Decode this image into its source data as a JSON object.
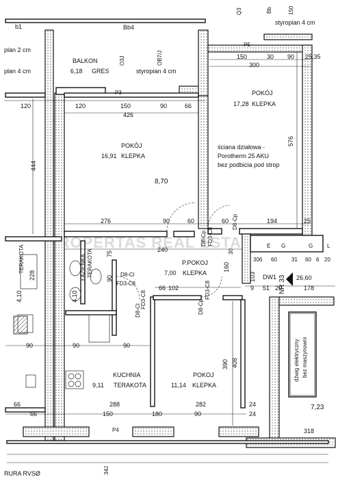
{
  "watermark": "PROPERTAS REAL ESTATE",
  "rooms": {
    "balkon": {
      "name": "BALKON",
      "area": "6,18",
      "finish": "GRES"
    },
    "pokoj_ne": {
      "name": "POKÓJ",
      "area": "17,28",
      "finish": "KLEPKA"
    },
    "pokoj_main": {
      "name": "POKÓJ",
      "area": "16,91",
      "finish": "KLEPKA"
    },
    "ppokoj": {
      "name": "P.POKOJ",
      "area": "7,00",
      "finish": "KLEPKA"
    },
    "lazienka": {
      "name": "ŁAZIENKA",
      "finish": "TERAKOTA"
    },
    "kuchnia": {
      "name": "KUCHNIA",
      "area": "9,11",
      "finish": "TERAKOTA"
    },
    "pokoj_s": {
      "name": "POKOJ",
      "area": "11,14",
      "finish": "KLEPKA"
    },
    "hall": {
      "area": "26,60"
    }
  },
  "notes": {
    "styropian_top": "styropian 4 cm",
    "styropian_balcony": "styropian 4 cm",
    "plan_left_top": "plan 2 cm",
    "plan_left_mid": "plan 4 cm",
    "wall_line1": "ściana działowa -",
    "wall_line2": "Porotherm 25 AKU",
    "wall_line3": "bez podbicia pod strop",
    "elevator_line1": "dźwig elektryczny",
    "elevator_line2": "bez maszynowni",
    "rura": "RURA RVSØ",
    "nr": "NR 33",
    "dw": "DW1",
    "level1": "8,70",
    "level2": "7,23"
  },
  "codes": {
    "bb4": "Bb4",
    "b1": "b1",
    "p5": "P5",
    "p3": "P3",
    "p4": "P4",
    "o3j": "O3J",
    "ob7": "OB7/J",
    "q3": "Q3",
    "bb": "Bb",
    "num150top": "150",
    "d8a": "D8-Cl",
    "fd3a": "FD3-C8",
    "d8b": "D8-Cp",
    "fd3b": "FD3-C8",
    "d8c": "D8-Cp",
    "fd3c": "FD3-C8",
    "d8d": "D8-Cl",
    "fd3d": "FD3-C8",
    "d8e": "D8-Cp",
    "g1": "G",
    "g2": "G",
    "e1": "E",
    "l1": "L",
    "j34": "34J",
    "tk": "TERAKOTA"
  },
  "dims": {
    "d120a": "120",
    "d120b": "120",
    "d150a": "150",
    "d90a": "90",
    "d66a": "66",
    "d426": "426",
    "d150b": "150",
    "d30": "30",
    "d90b": "90",
    "d25_35": "25,35",
    "d300": "300",
    "d576": "576",
    "d444": "444",
    "d276": "276",
    "d90c": "90",
    "d60a": "60",
    "d60b": "60",
    "d194": "194",
    "d25": "25",
    "d240": "240",
    "d75": "75",
    "d90d": "90",
    "d160": "160",
    "d103": "103",
    "d410a": "4,10",
    "d410b": "4,10",
    "d228": "228",
    "d66b": "66",
    "d102": "102",
    "d9": "9",
    "d51": "51",
    "d20": "20",
    "d178": "178",
    "d390": "390",
    "d408": "408",
    "d90e": "90",
    "d90f": "90",
    "d90g": "90",
    "d66c": "66",
    "d288": "288",
    "d282": "282",
    "d66d": "66",
    "d150c": "150",
    "d180": "180",
    "d90h": "90",
    "d24a": "24",
    "d24b": "24",
    "d318": "318",
    "d306": "306",
    "d60c": "60",
    "d31": "31",
    "d60d": "60",
    "d6": "6",
    "d20b": "20",
    "d30b": "30"
  }
}
